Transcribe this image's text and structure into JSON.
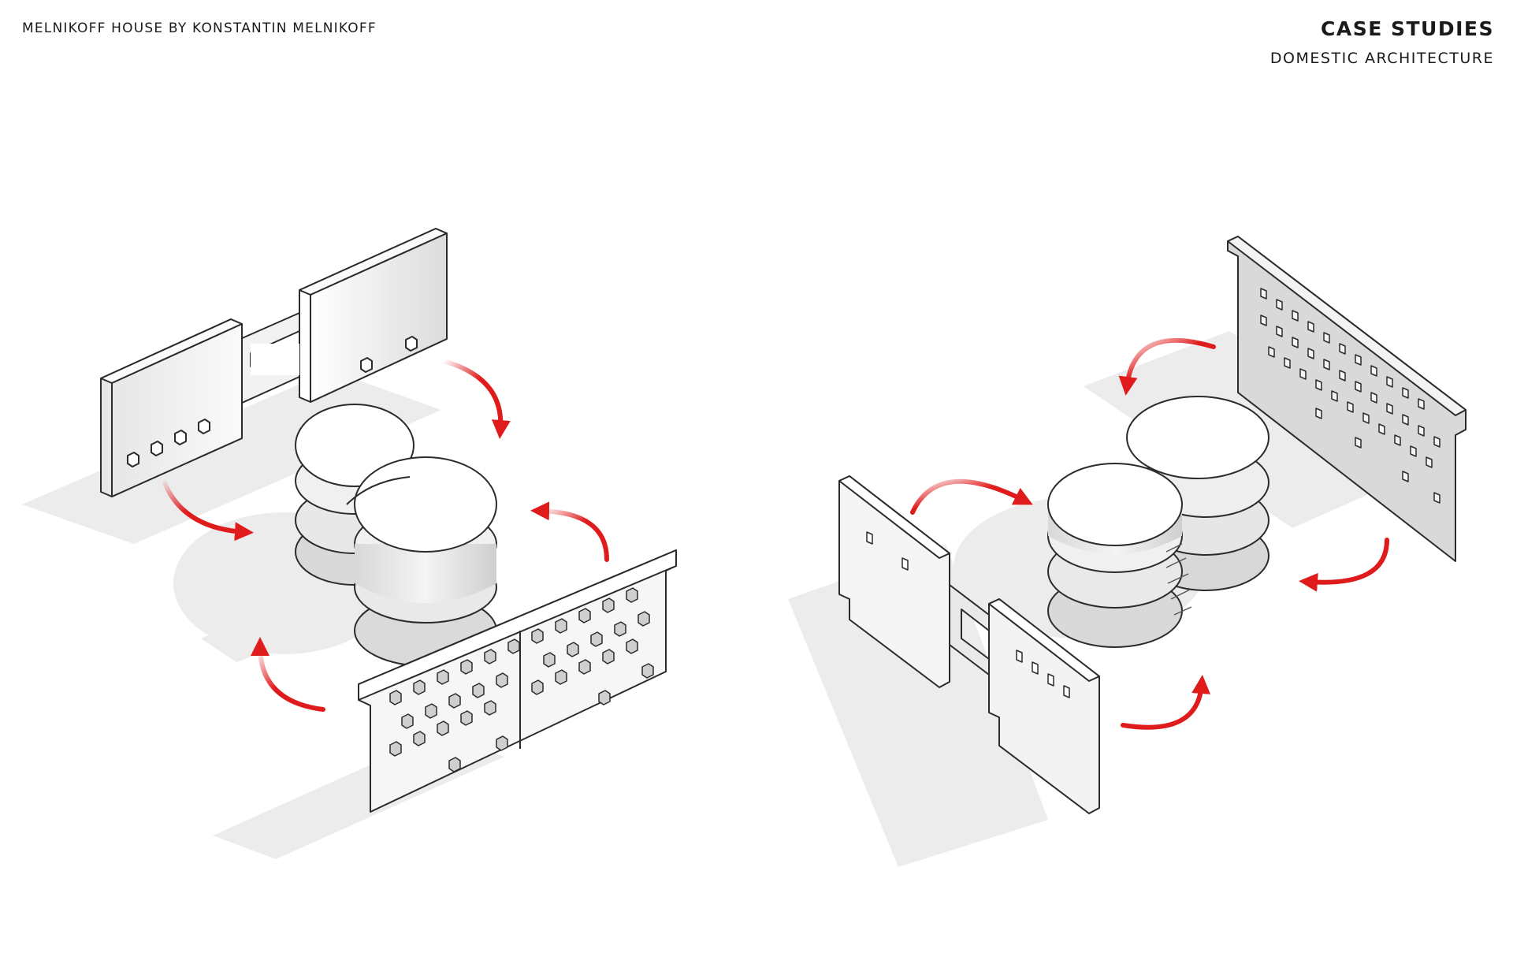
{
  "header": {
    "left_title": "MELNIKOFF HOUSE BY KONSTANTIN MELNIKOFF",
    "right_title": "CASE STUDIES",
    "right_subtitle": "DOMESTIC ARCHITECTURE"
  },
  "colors": {
    "arrow": "#e01b1b",
    "stroke": "#2b2b2b",
    "shadow": "#ececec",
    "panel_face": "#f7f7f7"
  }
}
